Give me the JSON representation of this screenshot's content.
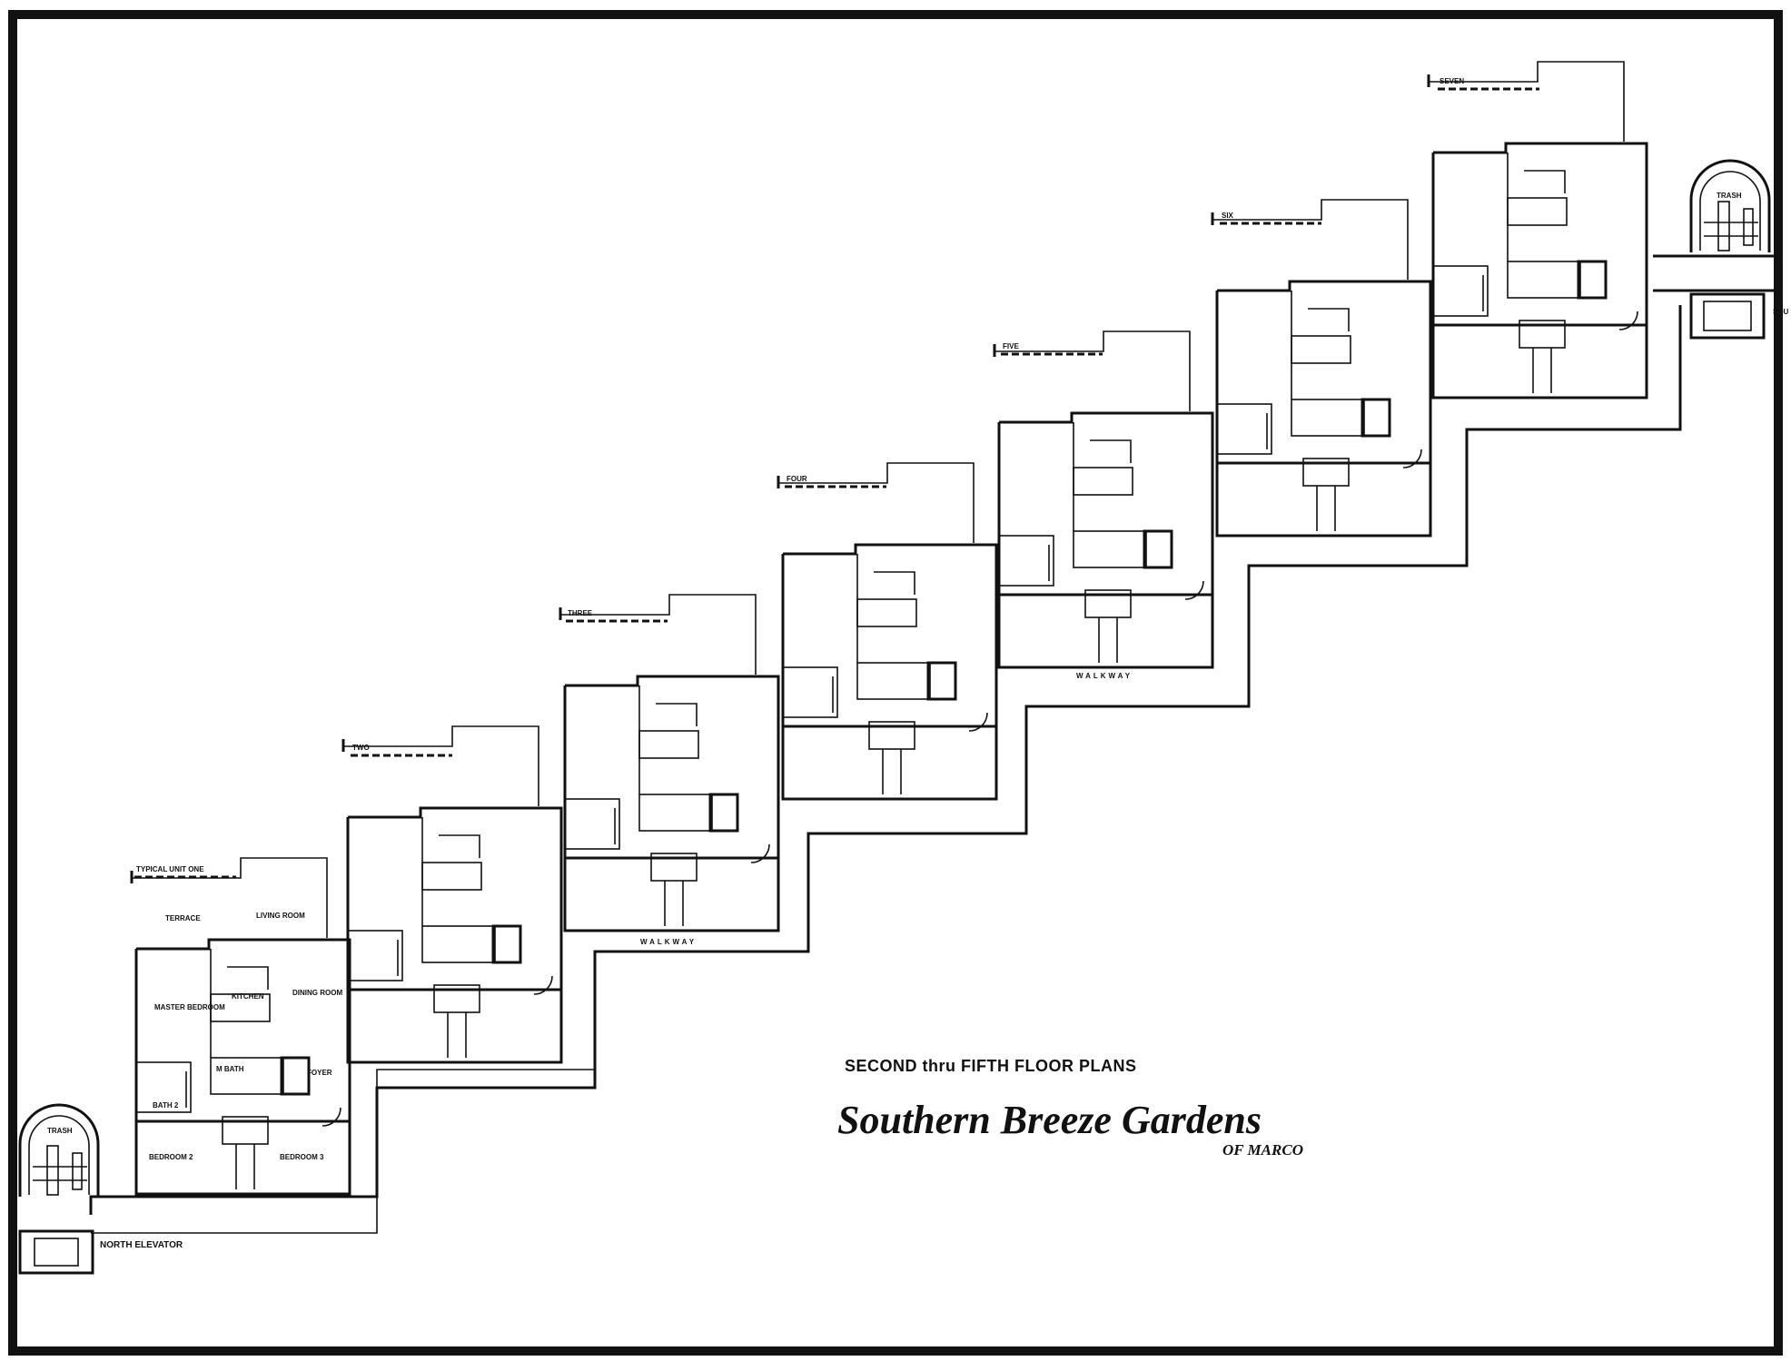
{
  "unit_labels": [
    "TYPICAL UNIT ONE",
    "TWO",
    "THREE",
    "FOUR",
    "FIVE",
    "SIX",
    "SEVEN"
  ],
  "rooms": {
    "terrace": "TERRACE",
    "living_room": "LIVING ROOM",
    "master_bedroom": "MASTER BEDROOM",
    "kitchen": "KITCHEN",
    "dining_room": "DINING ROOM",
    "m_bath": "M BATH",
    "bath_2": "BATH 2",
    "foyer": "FOYER",
    "bedroom_2": "BEDROOM 2",
    "bedroom_3": "BEDROOM 3"
  },
  "walkway": "WALKWAY",
  "trash": "TRASH",
  "north_elevator": "NORTH ELEVATOR",
  "south_elevator": "SOU ELE",
  "caption": "SECOND thru FIFTH FLOOR PLANS",
  "title": "Southern Breeze Gardens",
  "subtitle": "OF MARCO"
}
